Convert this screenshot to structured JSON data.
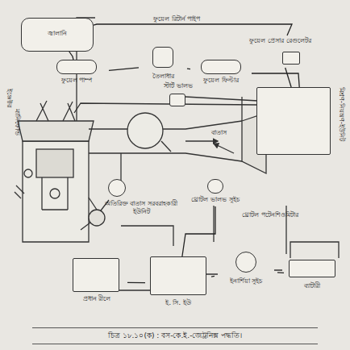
{
  "diagram": {
    "caption": "চিত্র ১৮.১০(ক) : বস-কে.ই.-জেট্রনিক্স পদ্ধতি।",
    "nodes": [
      {
        "text": [
          "জ্বালানি"
        ]
      },
      {
        "text": [
          "ফুয়েল পাম্প"
        ]
      },
      {
        "text": [
          "তৈলাধার"
        ]
      },
      {
        "text": [
          "ফুয়েল ফিল্টার"
        ]
      },
      {
        "text": [
          "ফুয়েল প্রেসার রেগুলেটর"
        ]
      },
      {
        "text": [
          "মিশ্রণ-নিয়ন্ত্রণ-ইউনিট"
        ]
      },
      {
        "text": [
          "স্টার্ট ভালভ"
        ]
      },
      {
        "text": [
          "অতিরিক্ত বাতাস সরবরাহকারী ইউনিট"
        ]
      },
      {
        "text": [
          "থ্রোটল ভালভ সুইচ"
        ]
      },
      {
        "text": [
          "প্রধান রীলে"
        ]
      },
      {
        "text": [
          "ই. সি. ইউ"
        ]
      },
      {
        "text": [
          "ইনার্শিয়া সুইচ"
        ]
      },
      {
        "text": [
          "ব্যাটারী"
        ]
      }
    ],
    "edges": [
      {
        "from": 0,
        "to": 1,
        "arrow": "none"
      },
      {
        "from": 1,
        "to": 2,
        "arrow": "none"
      },
      {
        "from": 2,
        "to": 3,
        "arrow": "none"
      },
      {
        "from": 3,
        "to": 5,
        "arrow": "none"
      },
      {
        "from": 4,
        "to": 0,
        "label": "ফুয়েল রিটার্ন পাইপ",
        "arrow": "none"
      },
      {
        "from": 5,
        "to": 4,
        "arrow": "none"
      },
      {
        "from": 9,
        "to": 10,
        "arrow": "none"
      },
      {
        "from": 10,
        "to": 11,
        "arrow": "none"
      },
      {
        "from": 11,
        "to": 12,
        "arrow": "none"
      },
      {
        "from": 8,
        "to": 10,
        "arrow": "none"
      }
    ],
    "labels": [
      "ইঞ্জেক্টর",
      "ম্যানিফোল্ড",
      "বাতাস",
      "থ্রোটল পটেনশিওমিটার"
    ]
  }
}
